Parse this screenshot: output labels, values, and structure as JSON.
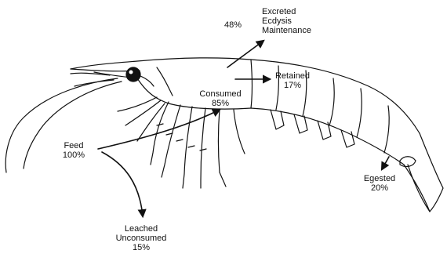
{
  "labels": {
    "feed": {
      "line1": "Feed",
      "line2": "100%"
    },
    "consumed": {
      "line1": "Consumed",
      "line2": "85%"
    },
    "retained": {
      "line1": "Retained",
      "line2": "17%"
    },
    "excreted_pct": "48%",
    "excreted": {
      "line1": "Excreted",
      "line2": "Ecdysis",
      "line3": "Maintenance"
    },
    "egested": {
      "line1": "Egested",
      "line2": "20%"
    },
    "leached": {
      "line1": "Leached",
      "line2": "Unconsumed",
      "line3": "15%"
    }
  },
  "colors": {
    "ink": "#111111",
    "background": "#ffffff"
  }
}
